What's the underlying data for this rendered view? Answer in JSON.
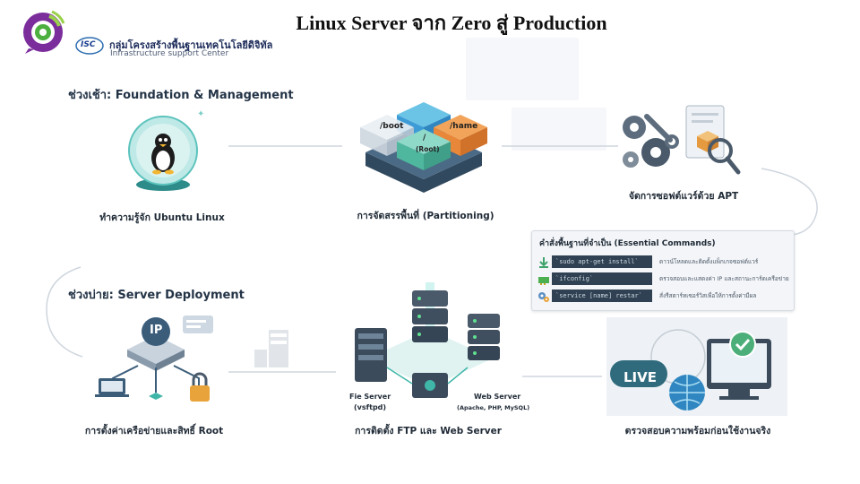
{
  "title": "Linux Server จาก Zero สู่ Production",
  "org": {
    "name": "กลุ่มโครงสร้างพื้นฐานเทคโนโลยีดิจิทัล",
    "subtitle": "Infrastructure support Center",
    "badge": "ISC"
  },
  "morning": {
    "heading": "ช่วงเช้า: Foundation & Management",
    "steps": [
      {
        "caption": "ทำความรู้จัก Ubuntu Linux",
        "icon": "tux-globe-icon"
      },
      {
        "caption": "การจัดสรรพื้นที่ (Partitioning)",
        "icon": "partition-blocks-icon",
        "blocks": {
          "boot": "/boot",
          "root": "/",
          "root_sub": "(Root)",
          "home": "/hame"
        }
      },
      {
        "caption": "จัดการซอฟต์แวร์ด้วย APT",
        "icon": "gears-package-icon"
      }
    ]
  },
  "commands": {
    "title": "คำสั่งพื้นฐานที่จำเป็น (Essential Commands)",
    "rows": [
      {
        "code": "`sudo apt-get install`",
        "desc": "ดาวน์โหลดและติดตั้งแพ็กเกจซอฟต์แวร์",
        "icon": "download-icon"
      },
      {
        "code": "`ifconfig`",
        "desc": "ตรวจสอบและแสดงค่า IP และสถานะการ์ดเครือข่าย",
        "icon": "network-card-icon"
      },
      {
        "code": "`service [name] restar`",
        "desc": "สั่งรีสตาร์ทเซอร์วิสเพื่อให้การตั้งค่ามีผล",
        "icon": "gear-icon"
      }
    ]
  },
  "afternoon": {
    "heading": "ช่วงบ่าย: Server Deployment",
    "steps": [
      {
        "caption": "การตั้งค่าเครือข่ายและสิทธิ์ Root",
        "icon": "network-lock-icon",
        "ip_label": "IP"
      },
      {
        "caption": "การติดตั้ง FTP และ Web Server",
        "icon": "server-stack-icon",
        "left_label": "Fie Server",
        "left_sub": "(vsftpd)",
        "right_label": "Web Server",
        "right_sub": "(Apache, PHP, MySQL)"
      },
      {
        "caption": "ตรวจสอบความพร้อมก่อนใช้งานจริง",
        "icon": "live-monitor-icon",
        "live_label": "LIVE"
      }
    ]
  },
  "colors": {
    "accent": "#3d9bd6",
    "teal": "#3fb6a8",
    "orange": "#e8873a",
    "dark": "#2f4152"
  }
}
